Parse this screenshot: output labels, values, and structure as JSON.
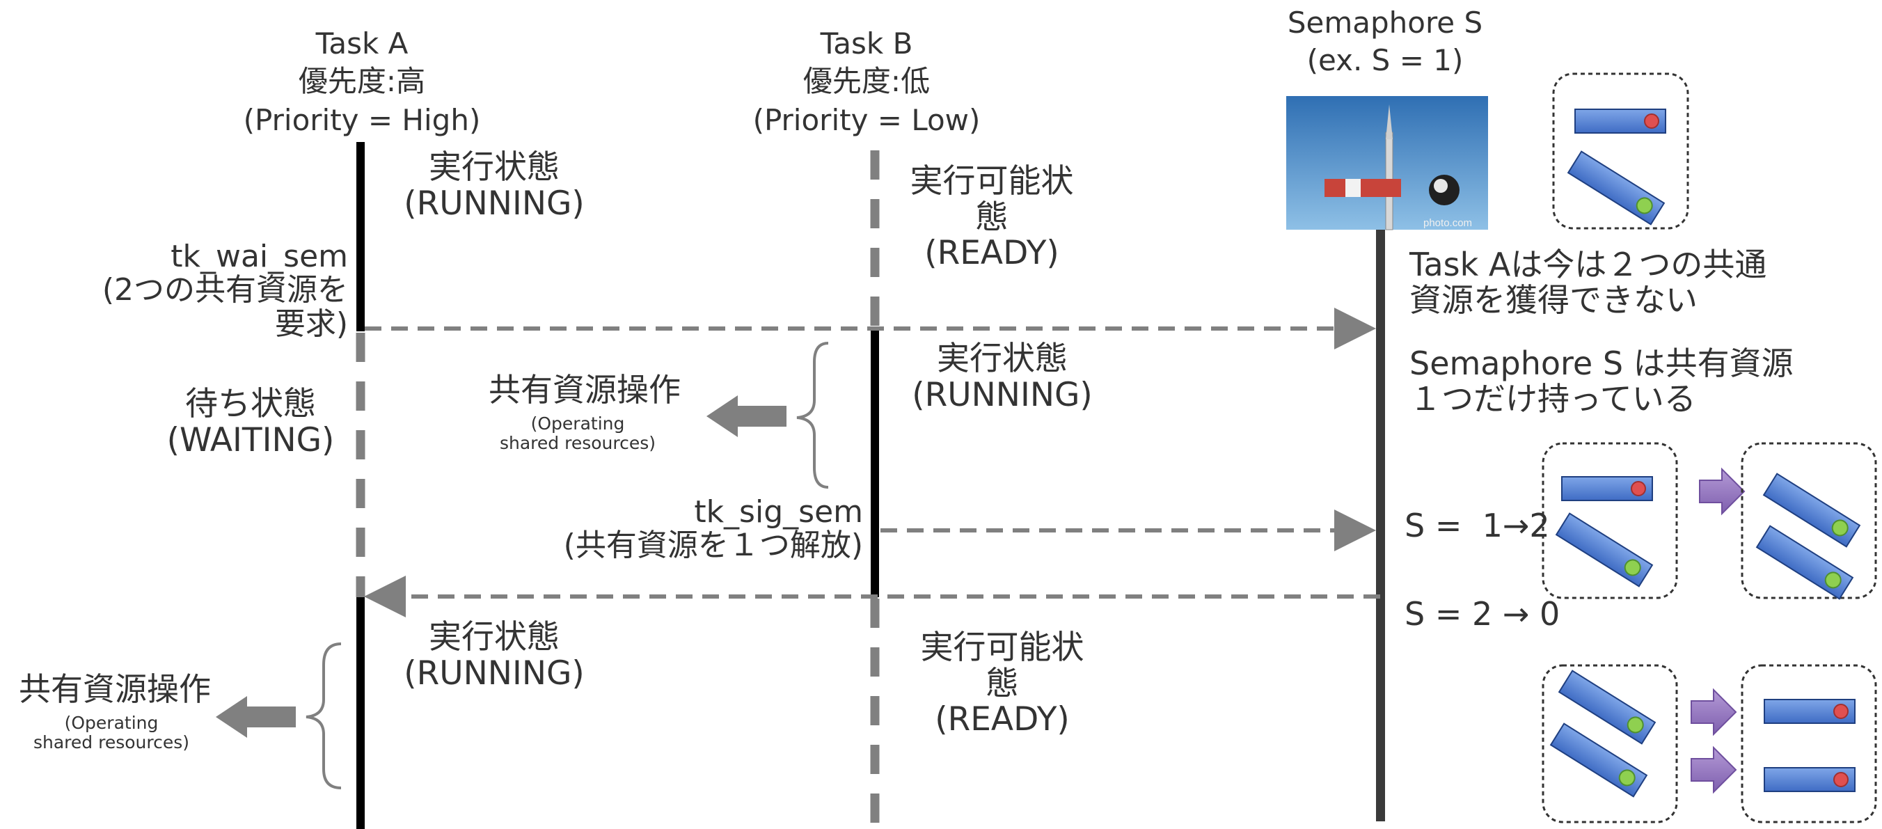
{
  "task_a": {
    "name": "Task A",
    "priority_jp": "優先度:高",
    "priority_en": "(Priority = High)",
    "call_wait": "tk_wai_sem\n(2つの共有資源を\n要求)",
    "state_running_1": "実行状態\n(RUNNING)",
    "state_waiting": "待ち状態\n(WAITING)",
    "state_running_2": "実行状態\n(RUNNING)",
    "operation_label": "共有資源操作",
    "operation_sub": "(Operating\nshared resources)"
  },
  "task_b": {
    "name": "Task B",
    "priority_jp": "優先度:低",
    "priority_en": "(Priority = Low)",
    "state_ready_1": "実行可能状\n態\n(READY)",
    "state_running": "実行状態\n(RUNNING)",
    "call_signal": "tk_sig_sem\n(共有資源を１つ解放)",
    "state_ready_2": "実行可能状\n態\n(READY)",
    "operation_label": "共有資源操作",
    "operation_sub": "(Operating\nshared resources)"
  },
  "semaphore": {
    "name": "Semaphore S",
    "example": "(ex. S = 1)",
    "note_1": "Task Aは今は２つの共通\n資源を獲得できない",
    "note_2": "Semaphore S は共有資源\n１つだけ持っている",
    "count_change_1": "S =  1→2",
    "count_change_2": "S = 2 → 0",
    "photo_watermark": "photo.com"
  },
  "colors": {
    "line_solid": "#000000",
    "line_dashed": "#808080",
    "semaphore_line": "#3a3a3a",
    "resource_bar": "#4f7fd0",
    "resource_bar_border": "#1f3f80",
    "led_red": "#e05050",
    "led_green": "#8fd050",
    "arrow_purple": "#9a7bbf",
    "sky": "#3f82c4"
  }
}
